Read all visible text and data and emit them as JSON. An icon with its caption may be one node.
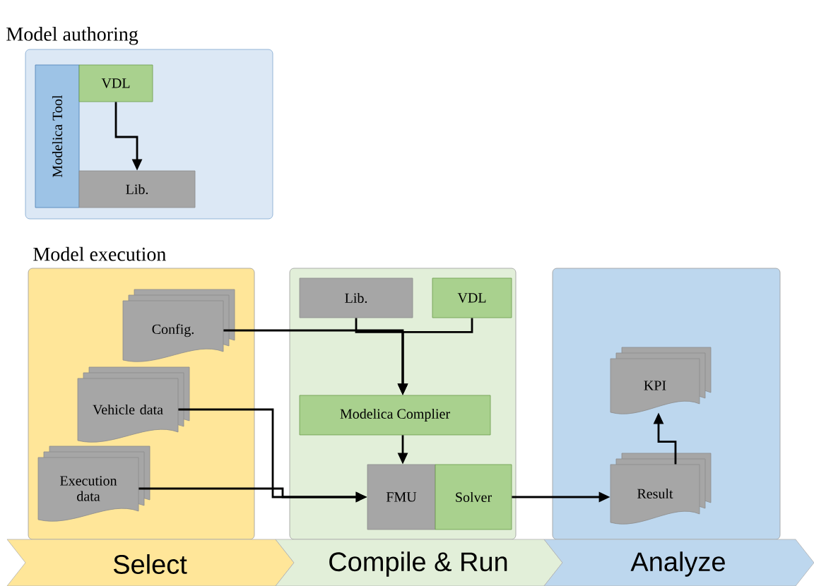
{
  "diagram": {
    "nodes": [
      {
        "text": [
          "Model authoring"
        ]
      },
      {
        "text": [
          "Modelica Tool"
        ],
        "in": 0
      },
      {
        "text": [
          "VDL"
        ],
        "in": 0
      },
      {
        "text": [
          "Lib."
        ],
        "in": 0
      },
      {
        "text": [],
        "shape": "box"
      },
      {
        "text": [
          "Config."
        ],
        "in": 4
      },
      {
        "text": [
          "Vehicle data"
        ],
        "in": 4
      },
      {
        "text": [
          "Execution data"
        ],
        "in": 4
      },
      {
        "text": [],
        "shape": "box"
      },
      {
        "text": [
          "Lib."
        ],
        "in": 8
      },
      {
        "text": [
          "VDL"
        ],
        "in": 8
      },
      {
        "text": [
          "Modelica Complier"
        ],
        "in": 8
      },
      {
        "text": [
          "FMU"
        ],
        "in": 8
      },
      {
        "text": [
          "Solver"
        ],
        "in": 8
      },
      {
        "text": [],
        "shape": "box"
      },
      {
        "text": [
          "KPI"
        ],
        "in": 14
      },
      {
        "text": [
          "Result"
        ],
        "in": 14
      },
      {
        "text": [
          "Select"
        ]
      },
      {
        "text": [
          "Compile & Run"
        ]
      },
      {
        "text": [
          "Analyze"
        ]
      }
    ],
    "edges": [
      {
        "from": 2,
        "to": 3,
        "arrow": "to"
      },
      {
        "from": 5,
        "to": 11,
        "arrow": "to"
      },
      {
        "from": 9,
        "to": 11,
        "arrow": "to"
      },
      {
        "from": 10,
        "to": 11,
        "arrow": "to"
      },
      {
        "from": 6,
        "to": 12,
        "arrow": "to"
      },
      {
        "from": 7,
        "to": 12,
        "arrow": "to"
      },
      {
        "from": 11,
        "to": 12,
        "arrow": "to"
      },
      {
        "from": 13,
        "to": 16,
        "arrow": "to"
      },
      {
        "from": 16,
        "to": 15,
        "arrow": "to"
      }
    ],
    "labels": [
      "Model execution"
    ]
  }
}
